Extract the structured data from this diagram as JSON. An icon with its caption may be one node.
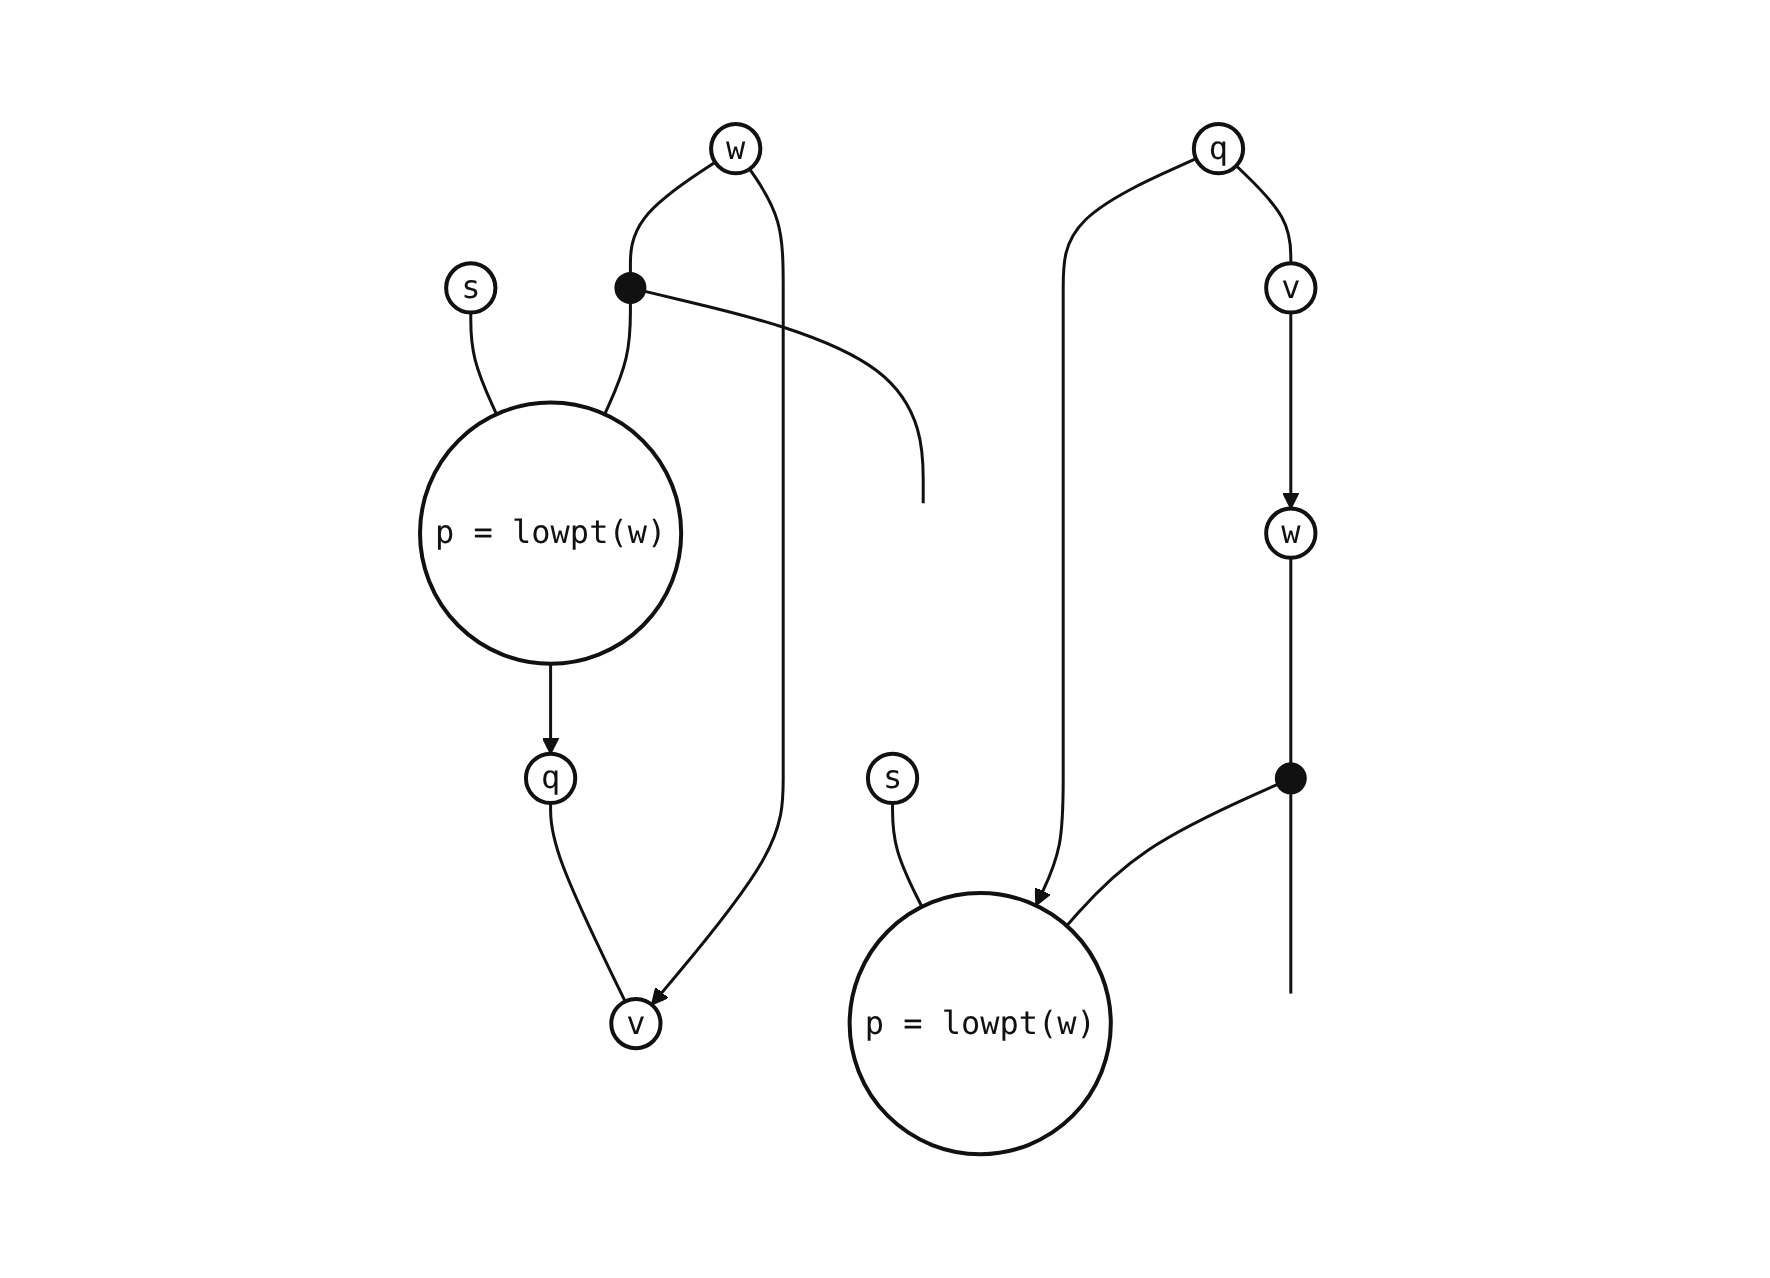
{
  "diagram": {
    "nodes": [
      {
        "text": [
          "s"
        ]
      },
      {
        "text": [
          "p = lowpt(w)"
        ]
      },
      {
        "text": [
          "q"
        ]
      },
      {
        "text": [
          "v"
        ]
      },
      {
        "text": [
          "w"
        ]
      },
      {
        "text": [],
        "shape": "circle"
      },
      {
        "text": [
          "s"
        ]
      },
      {
        "text": [
          "p = lowpt(w)"
        ]
      },
      {
        "text": [
          "q"
        ]
      },
      {
        "text": [
          "v"
        ]
      },
      {
        "text": [
          "w"
        ]
      },
      {
        "text": [],
        "shape": "circle"
      }
    ],
    "edges": [
      {
        "from": 0,
        "to": 1,
        "arrow": "none"
      },
      {
        "from": 1,
        "to": 2,
        "arrow": "to"
      },
      {
        "from": 2,
        "to": 3,
        "arrow": "none"
      },
      {
        "from": 4,
        "to": 3,
        "arrow": "to"
      },
      {
        "from": 4,
        "to": 5,
        "arrow": "none"
      },
      {
        "from": 5,
        "to": 1,
        "arrow": "none"
      },
      {
        "from": 5,
        "to": null,
        "arrow": "none"
      },
      {
        "from": 6,
        "to": 7,
        "arrow": "none"
      },
      {
        "from": 8,
        "to": 7,
        "arrow": "to"
      },
      {
        "from": 8,
        "to": 9,
        "arrow": "none"
      },
      {
        "from": 9,
        "to": 10,
        "arrow": "to"
      },
      {
        "from": 10,
        "to": 11,
        "arrow": "none"
      },
      {
        "from": 11,
        "to": 7,
        "arrow": "none"
      },
      {
        "from": 11,
        "to": null,
        "arrow": "none"
      }
    ]
  }
}
